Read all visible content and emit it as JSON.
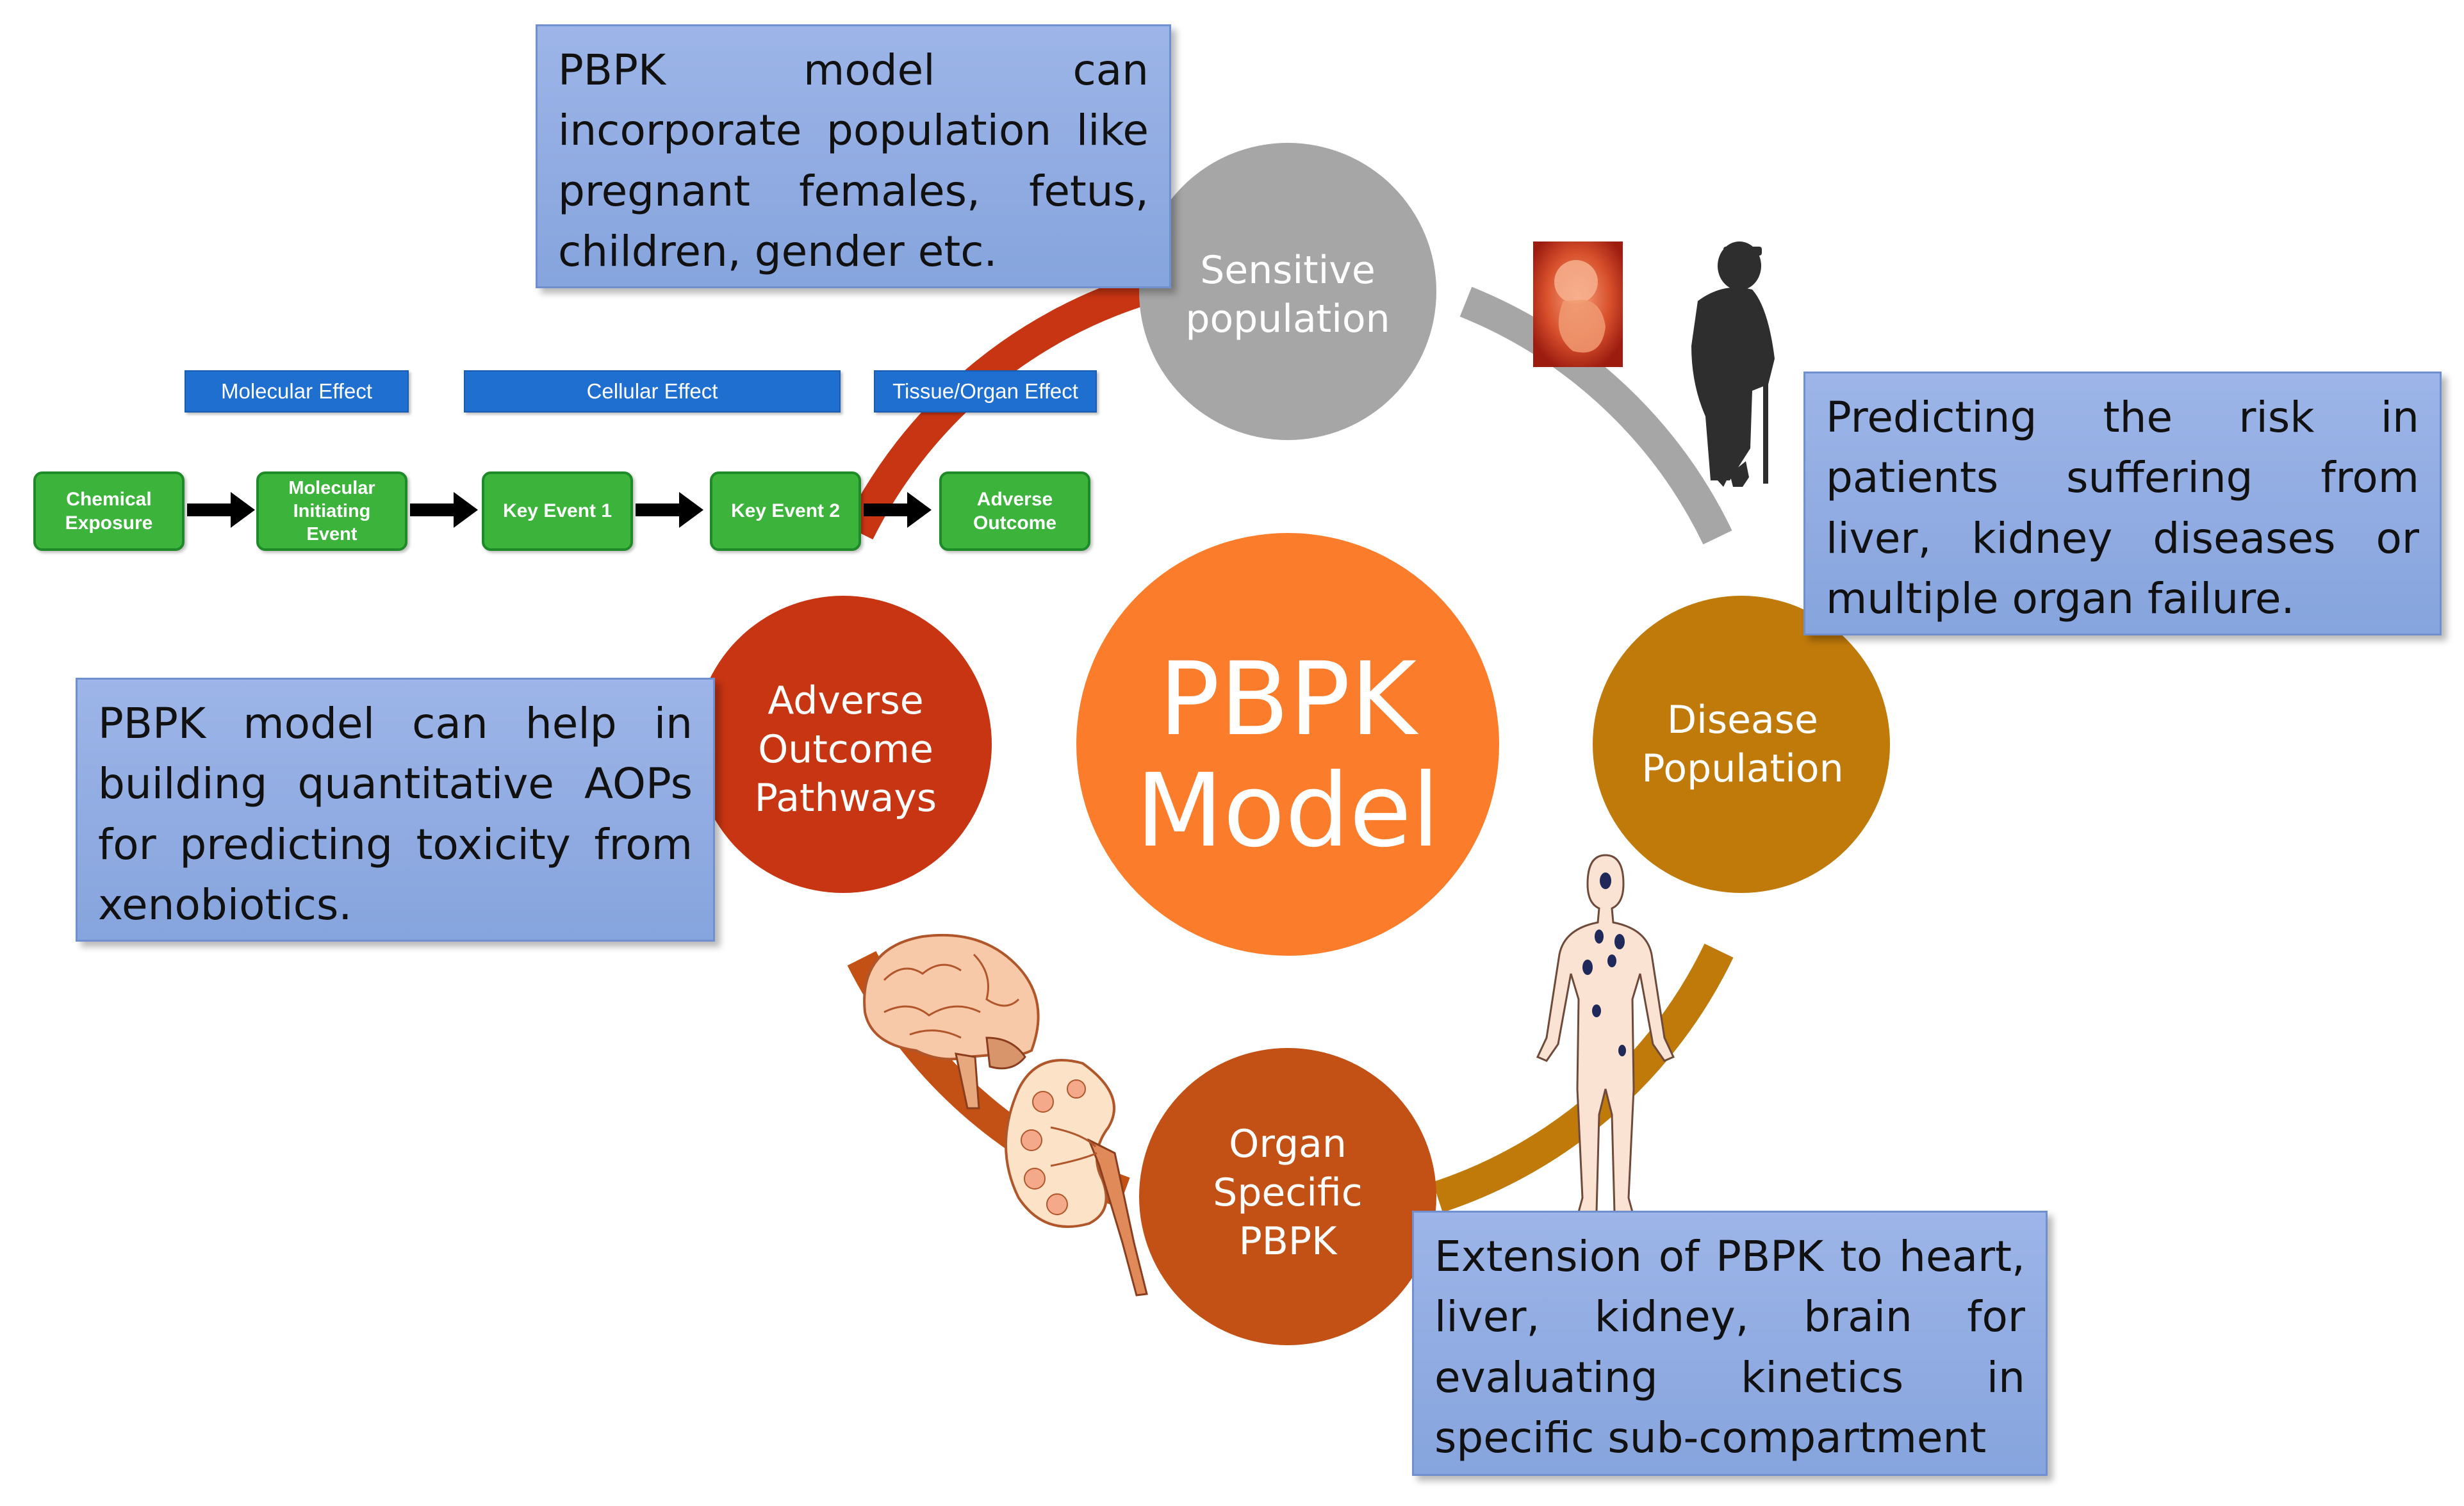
{
  "diagram": {
    "center": {
      "label": "PBPK\nModel"
    },
    "nodes": {
      "sensitive": {
        "label": "Sensitive\npopulation"
      },
      "disease": {
        "label": "Disease\nPopulation"
      },
      "organ": {
        "label": "Organ\nSpecific\nPBPK"
      },
      "aop": {
        "label": "Adverse\nOutcome\nPathways"
      }
    },
    "callouts": {
      "sensitive": "PBPK model can incorporate population like pregnant females, fetus, children, gender etc.",
      "disease": "Predicting the risk in patients suffering from liver, kidney diseases or multiple organ failure.",
      "aop": "PBPK model can help in building quantitative AOPs for predicting toxicity from xenobiotics.",
      "organ": "Extension of PBPK to heart, liver, kidney, brain for evaluating kinetics in specific sub-compartment"
    },
    "aop_flow": {
      "headers": [
        "Molecular Effect",
        "Cellular Effect",
        "Tissue/Organ Effect"
      ],
      "boxes": [
        "Chemical\nExposure",
        "Molecular\nInitiating\nEvent",
        "Key Event 1",
        "Key Event 2",
        "Adverse\nOutcome"
      ]
    },
    "colors": {
      "sensitive": "#a6a6a6",
      "disease": "#c07a0a",
      "organ": "#c35014",
      "aop": "#c83512",
      "center": "#fb7d2b",
      "callout": "#8eaadb",
      "aop_box": "#3cb43c",
      "aop_header": "#1f6fd0"
    },
    "icons": [
      "fetus-icon",
      "elderly-person-icon",
      "human-body-icon",
      "brain-icon",
      "kidney-icon"
    ]
  }
}
